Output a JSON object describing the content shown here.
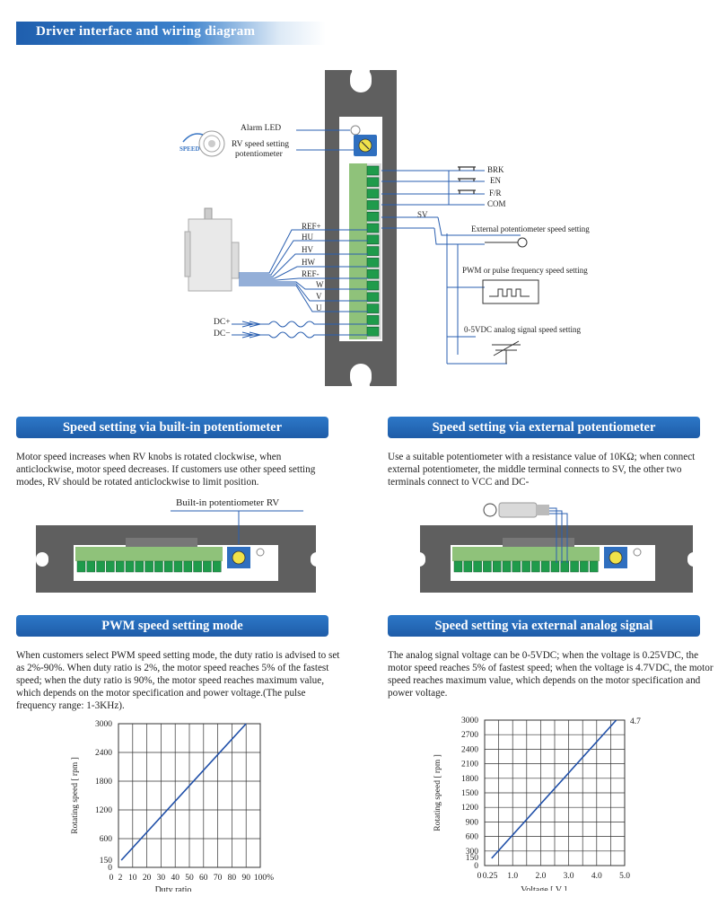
{
  "main_title": "Driver interface and wiring diagram",
  "wiring": {
    "alarm_led": "Alarm LED",
    "rv_label_1": "RV speed setting",
    "rv_label_2": "potentiometer",
    "speed_icon": "SPEED",
    "motor_labels": [
      "REF+",
      "HU",
      "HV",
      "HW",
      "REF-",
      "W",
      "V",
      "U"
    ],
    "dc_plus": "DC+",
    "dc_minus": "DC−",
    "right_labels": [
      "BRK",
      "EN",
      "F/R",
      "COM"
    ],
    "sv": "SV",
    "ext_pot": "External potentiometer speed setting",
    "pwm": "PWM or pulse frequency speed setting",
    "analog": "0-5VDC analog signal speed setting"
  },
  "sections": {
    "builtin": {
      "title": "Speed setting via built-in potentiometer",
      "text": "Motor speed increases when RV knobs is rotated clockwise, when anticlockwise, motor speed decreases. If customers use other speed setting modes, RV should be rotated anticlockwise to limit position.",
      "callout": "Built-in potentiometer RV"
    },
    "external": {
      "title": "Speed setting via external potentiometer",
      "text": "Use a suitable potentiometer with a resistance value of 10KΩ; when connect external potentiometer, the middle terminal connects to SV, the other two terminals connect to VCC and DC-"
    },
    "pwm": {
      "title": "PWM speed setting mode",
      "text": "When customers select PWM speed setting mode, the duty ratio is advised to set as 2%-90%. When duty ratio is 2%, the motor speed reaches 5% of the fastest speed;  when the duty ratio is 90%, the motor speed reaches maximum value, which depends on the motor specification and power voltage.(The pulse frequency range: 1-3KHz)."
    },
    "analog": {
      "title": "Speed setting via external analog signal",
      "text": "The analog signal voltage can be 0-5VDC; when the voltage is 0.25VDC, the motor speed reaches 5% of fastest speed; when the voltage is 4.7VDC, the motor speed reaches maximum value, which depends on the motor specification and power voltage."
    }
  },
  "colors": {
    "accent": "#1e5ca8",
    "driver_body": "#5f5f5f",
    "terminal": "#1f9b4b",
    "terminal_block": "#8fc27a",
    "line": "#2a5fb0"
  },
  "chart_data": [
    {
      "type": "line",
      "xlabel": "Duty ratio",
      "ylabel": "Rotating speed [ rpm ]",
      "x_ticks": [
        "0",
        "2",
        "10",
        "20",
        "30",
        "40",
        "50",
        "60",
        "70",
        "80",
        "90",
        "100%"
      ],
      "y_ticks": [
        "0",
        "150",
        "600",
        "1200",
        "1800",
        "2400",
        "3000"
      ],
      "xlim": [
        0,
        100
      ],
      "ylim": [
        0,
        3000
      ],
      "grid": true,
      "series": [
        {
          "x": [
            2,
            90
          ],
          "y": [
            150,
            3000
          ]
        }
      ]
    },
    {
      "type": "line",
      "xlabel": "Voltage [ V ]",
      "ylabel": "Rotating speed [ rpm ]",
      "x_ticks": [
        "0",
        "0.25",
        "1.0",
        "2.0",
        "3.0",
        "4.0",
        "5.0"
      ],
      "y_ticks": [
        "0",
        "150",
        "300",
        "600",
        "900",
        "1200",
        "1500",
        "1800",
        "2100",
        "2400",
        "2700",
        "3000"
      ],
      "xlim": [
        0,
        5
      ],
      "ylim": [
        0,
        3000
      ],
      "grid": true,
      "annotation": "4.7",
      "series": [
        {
          "x": [
            0.25,
            4.7
          ],
          "y": [
            150,
            3000
          ]
        }
      ]
    }
  ]
}
